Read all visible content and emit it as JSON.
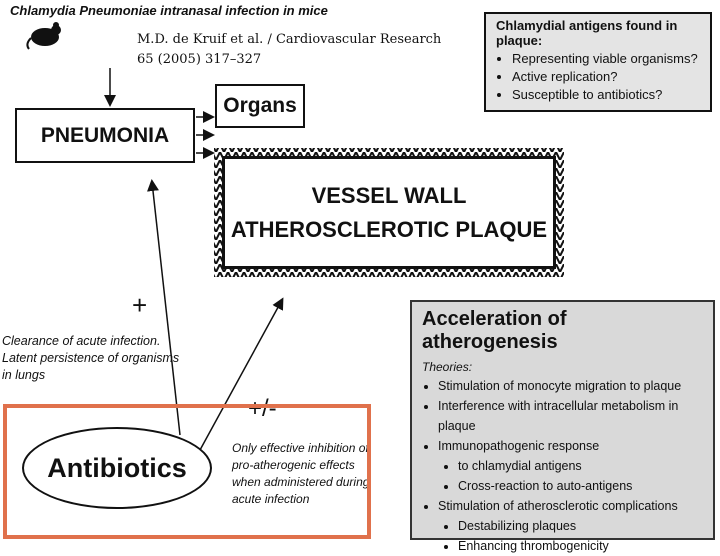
{
  "header": {
    "title": "Chlamydia Pneumoniae intranasal infection in mice",
    "citation_line1": "M.D. de Kruif et al. / Cardiovascular Research",
    "citation_line2": "65 (2005) 317–327"
  },
  "diagram": {
    "pneumonia": "PNEUMONIA",
    "organs": "Organs",
    "vessel_line1": "VESSEL WALL",
    "vessel_line2": "ATHEROSCLEROTIC PLAQUE",
    "antibiotics": "Antibiotics",
    "plus": "+",
    "plus_minus": "+/-",
    "clearance": [
      "Clearance of acute infection.",
      "Latent persistence of organisms",
      "in lungs"
    ],
    "effective": [
      "Only effective inhibition of",
      "pro-atherogenic effects",
      "when administered during",
      "acute infection"
    ]
  },
  "antigens": {
    "heading": "Chlamydial antigens found in plaque:",
    "items": [
      "Representing viable organisms?",
      "Active replication?",
      "Susceptible to antibiotics?"
    ]
  },
  "accel": {
    "heading": "Acceleration of atherogenesis",
    "theories": "Theories:",
    "items": [
      "Stimulation of monocyte migration to plaque",
      "Interference with intracellular metabolism in plaque",
      "Immunopathogenic response",
      "to chlamydial antigens",
      "Cross-reaction to auto-antigens",
      "Stimulation of atherosclerotic complications",
      "Destabilizing plaques",
      "Enhancing thrombogenicity"
    ]
  },
  "colors": {
    "highlight": "#e0714c",
    "panel": "#d9d9d9"
  }
}
